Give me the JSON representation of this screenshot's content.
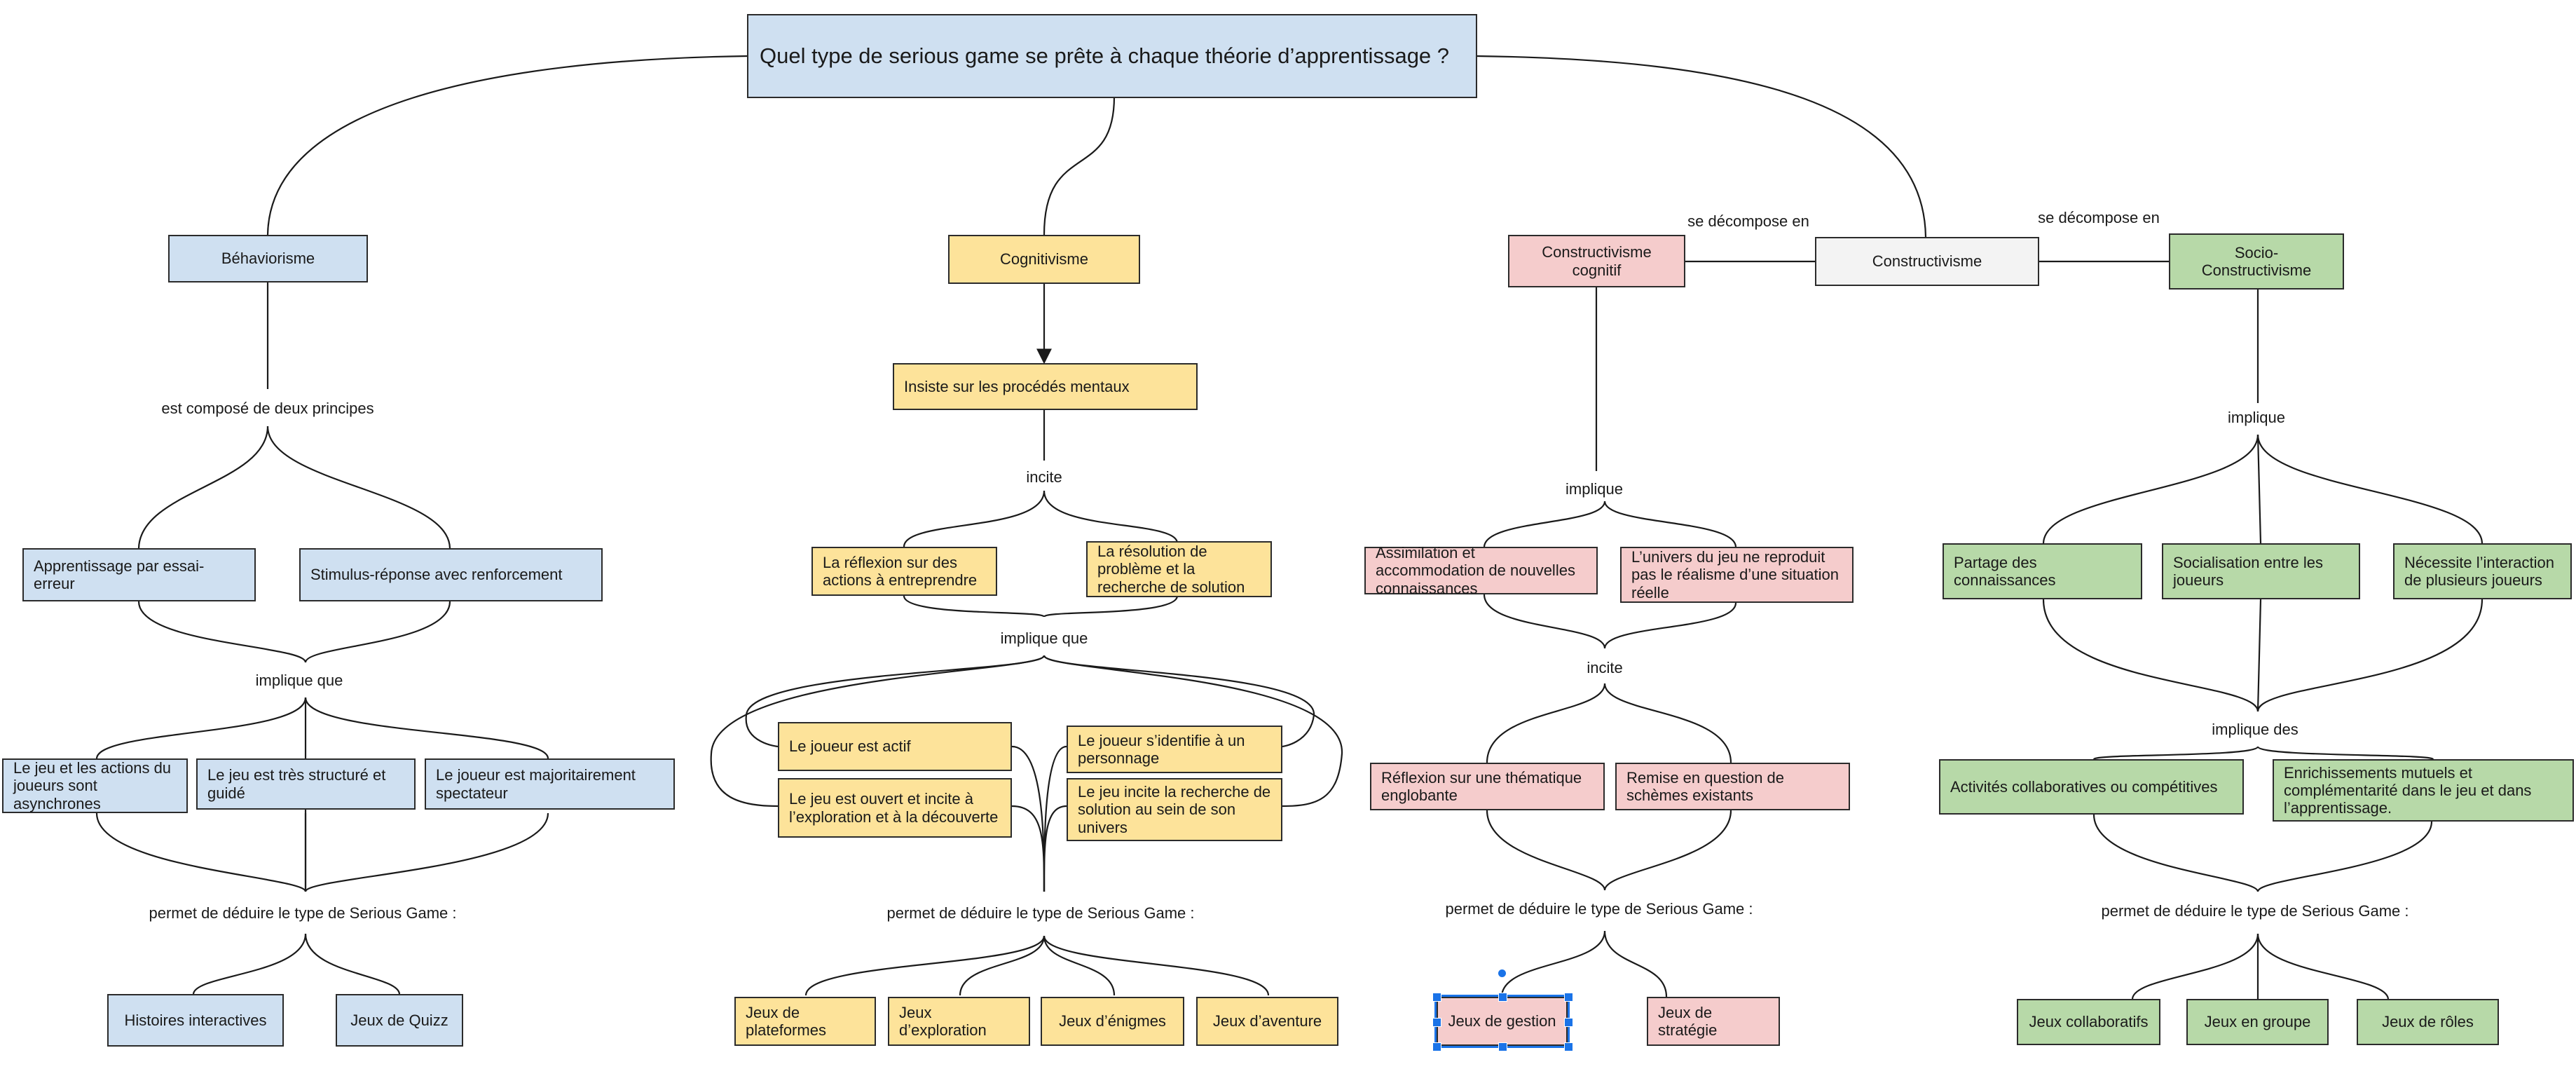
{
  "title": "Quel type de serious game se prête à chaque théorie d’apprentissage ?",
  "behaviorisme": {
    "name": "Béhaviorisme",
    "link1": "est composé de deux principes",
    "principles": [
      "Apprentissage par essai-erreur",
      "Stimulus-réponse avec renforcement"
    ],
    "link2": "implique que",
    "consequences": [
      "Le jeu et les actions du joueurs sont asynchrones",
      "Le jeu est très structuré et guidé",
      "Le joueur est majoritairement spectateur"
    ],
    "link3": "permet de déduire le type de Serious Game :",
    "games": [
      "Histoires interactives",
      "Jeux de Quizz"
    ]
  },
  "cognitivisme": {
    "name": "Cognitivisme",
    "focus": "Insiste sur les procédés mentaux",
    "link1": "incite",
    "incites": [
      "La réflexion sur des actions à entreprendre",
      "La résolution de problème et la recherche de solution"
    ],
    "link2": "implique que",
    "consequences": [
      "Le joueur est actif",
      "Le joueur s’identifie à un personnage",
      "Le jeu est ouvert et incite à l’exploration et à la découverte",
      "Le jeu incite la recherche de solution au sein de son univers"
    ],
    "link3": "permet de déduire le type de Serious Game :",
    "games": [
      "Jeux de plateformes",
      "Jeux d’exploration",
      "Jeux d’énigmes",
      "Jeux d’aventure"
    ]
  },
  "constructivisme": {
    "name": "Constructivisme",
    "decomp_label": "se décompose en",
    "cognitif": {
      "name": "Constructivisme cognitif",
      "link1": "implique",
      "implies": [
        "Assimilation et accommodation de nouvelles connaissances",
        "L’univers du jeu ne reproduit pas le réalisme d’une situation réelle"
      ],
      "link2": "incite",
      "incites": [
        "Réflexion sur une thématique englobante",
        "Remise en question de schèmes existants"
      ],
      "link3": "permet de déduire le type de Serious Game :",
      "games": [
        "Jeux de gestion",
        "Jeux de stratégie"
      ]
    },
    "socio": {
      "name": "Socio-Constructivisme",
      "link1": "implique",
      "implies": [
        "Partage des connaissances",
        "Socialisation entre les joueurs",
        "Nécessite l’interaction de plusieurs joueurs"
      ],
      "link2": "implique des",
      "activities": [
        "Activités collaboratives ou compétitives",
        "Enrichissements mutuels et complémentarité dans le jeu et dans l’apprentissage."
      ],
      "link3": "permet de déduire le type de Serious Game :",
      "games": [
        "Jeux collaboratifs",
        "Jeux en groupe",
        "Jeux de rôles"
      ]
    }
  },
  "colors": {
    "blue": "#cfe0f1",
    "yellow": "#fde39a",
    "pink": "#f5cccc",
    "green": "#b7d9a8",
    "grey": "#f3f3f3",
    "selection": "#1a73e8"
  }
}
